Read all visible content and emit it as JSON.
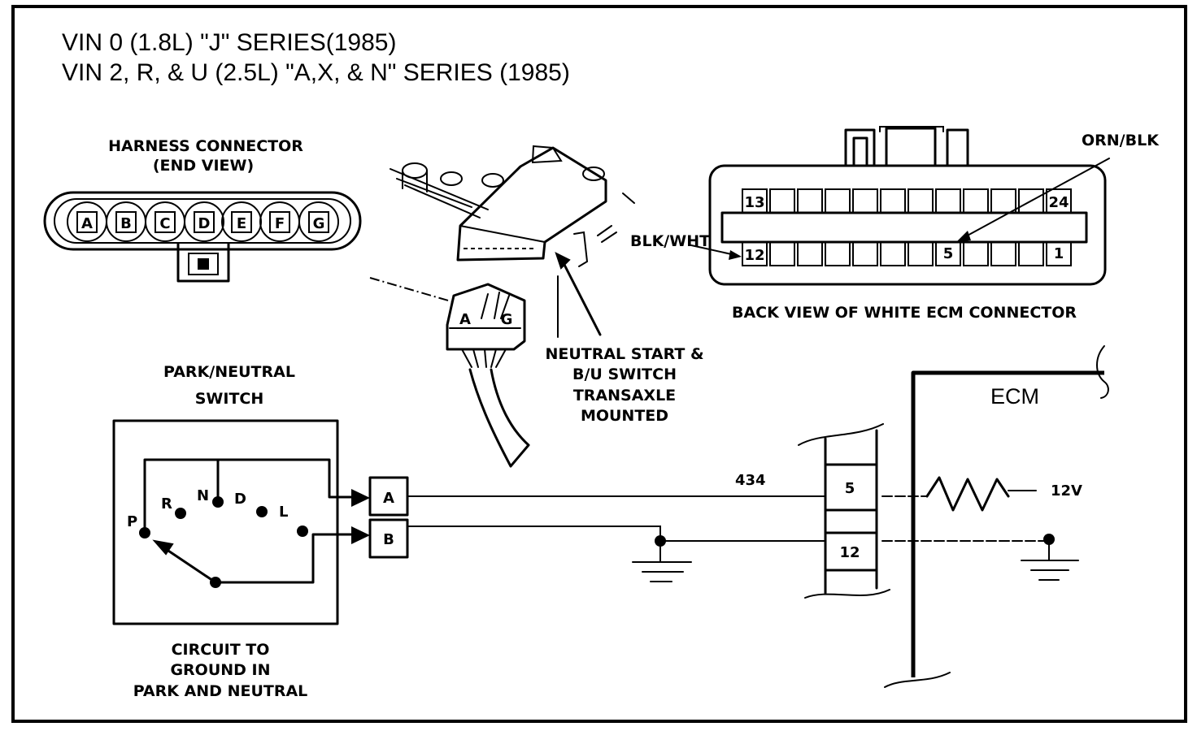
{
  "title": {
    "line1": "VIN 0 (1.8L) \"J\" SERIES(1985)",
    "line2": "VIN 2, R, & U (2.5L) \"A,X, & N\" SERIES (1985)"
  },
  "harness_connector": {
    "label_line1": "HARNESS CONNECTOR",
    "label_line2": "(END  VIEW)",
    "pins": [
      "A",
      "B",
      "C",
      "D",
      "E",
      "F",
      "G"
    ]
  },
  "switch_part": {
    "pin_a": "A",
    "pin_g": "G",
    "label_lines": [
      "NEUTRAL START &",
      "B/U SWITCH",
      "TRANSAXLE",
      "MOUNTED"
    ]
  },
  "ecm_connector": {
    "orn_blk": "ORN/BLK",
    "blk_wht": "BLK/WHT",
    "pin_13": "13",
    "pin_24": "24",
    "pin_12": "12",
    "pin_5": "5",
    "pin_1": "1",
    "caption": "BACK VIEW OF WHITE ECM CONNECTOR"
  },
  "park_neutral": {
    "label_line1": "PARK/NEUTRAL",
    "label_line2": "SWITCH",
    "positions": {
      "p": "P",
      "r": "R",
      "n": "N",
      "d": "D",
      "l": "L"
    },
    "pin_a": "A",
    "pin_b": "B",
    "circuit_lines": [
      "CIRCUIT TO",
      "GROUND IN",
      "PARK AND NEUTRAL"
    ]
  },
  "circuit": {
    "wire_434": "434",
    "ecm_pin_5": "5",
    "ecm_pin_12": "12",
    "ecm_label": "ECM",
    "voltage": "12V"
  }
}
